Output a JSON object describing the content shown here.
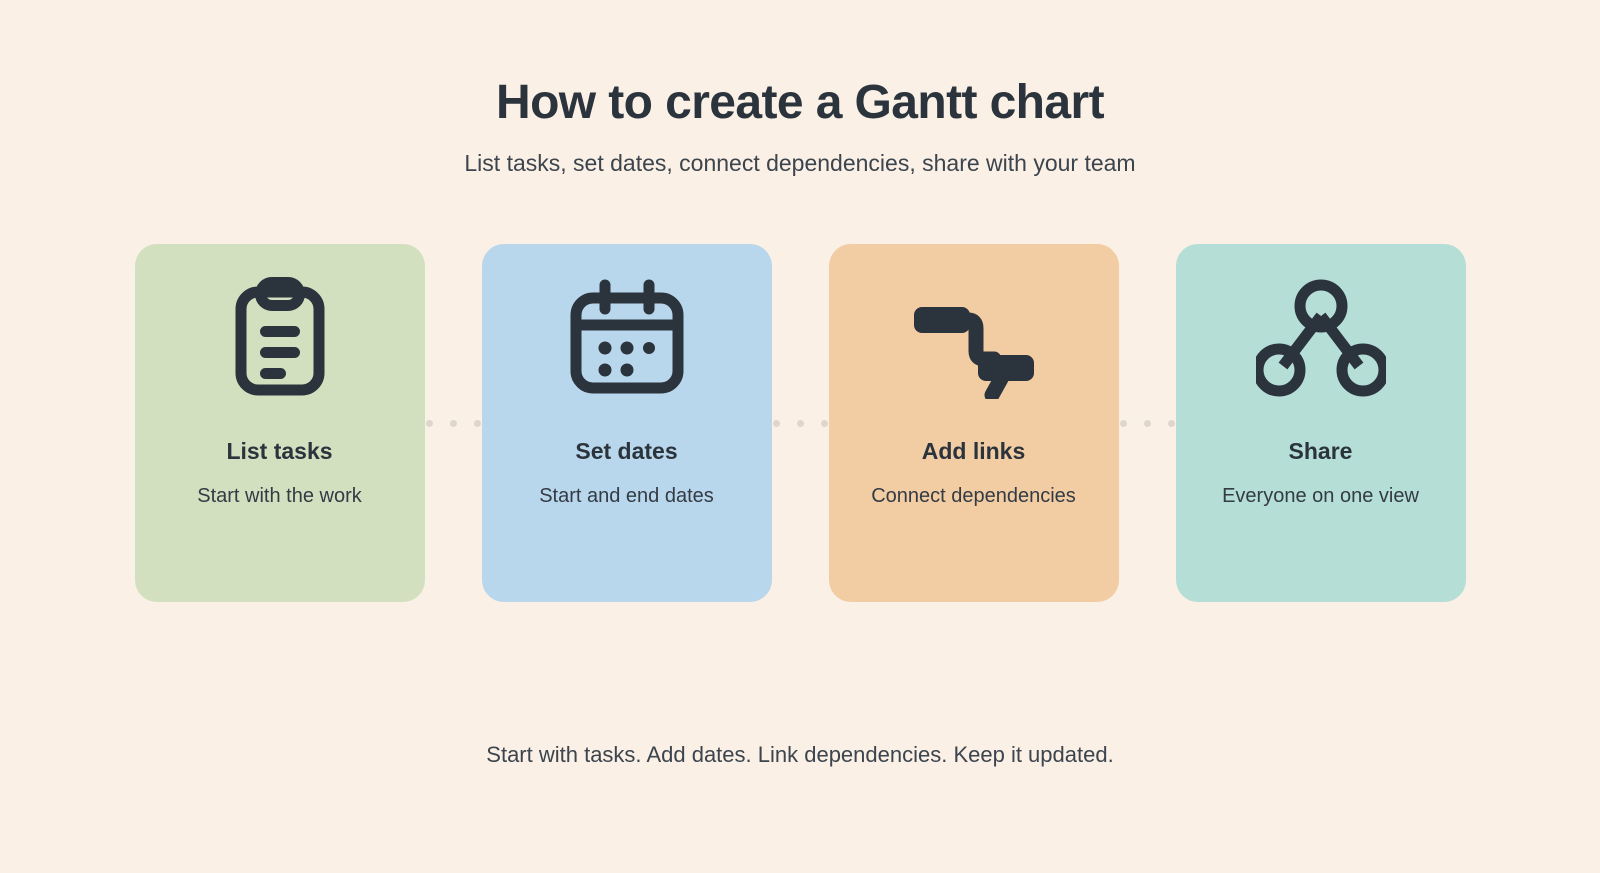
{
  "header": {
    "title": "How to create a Gantt chart",
    "subtitle": "List tasks, set dates, connect dependencies, share with your team"
  },
  "steps": [
    {
      "title": "List tasks",
      "desc": "Start with the work",
      "icon": "clipboard-icon",
      "color": "#d2e0c0"
    },
    {
      "title": "Set dates",
      "desc": "Start and end dates",
      "icon": "calendar-icon",
      "color": "#b9d7ec"
    },
    {
      "title": "Add links",
      "desc": "Connect dependencies",
      "icon": "dependency-link-icon",
      "color": "#f2cca2"
    },
    {
      "title": "Share",
      "desc": "Everyone on one view",
      "icon": "share-network-icon",
      "color": "#b5ded7"
    }
  ],
  "footer": {
    "text": "Start with tasks. Add dates. Link dependencies. Keep it updated."
  },
  "theme": {
    "background": "#faf0e6",
    "ink": "#2b333c",
    "connector_dot": "#ddd6cc"
  }
}
